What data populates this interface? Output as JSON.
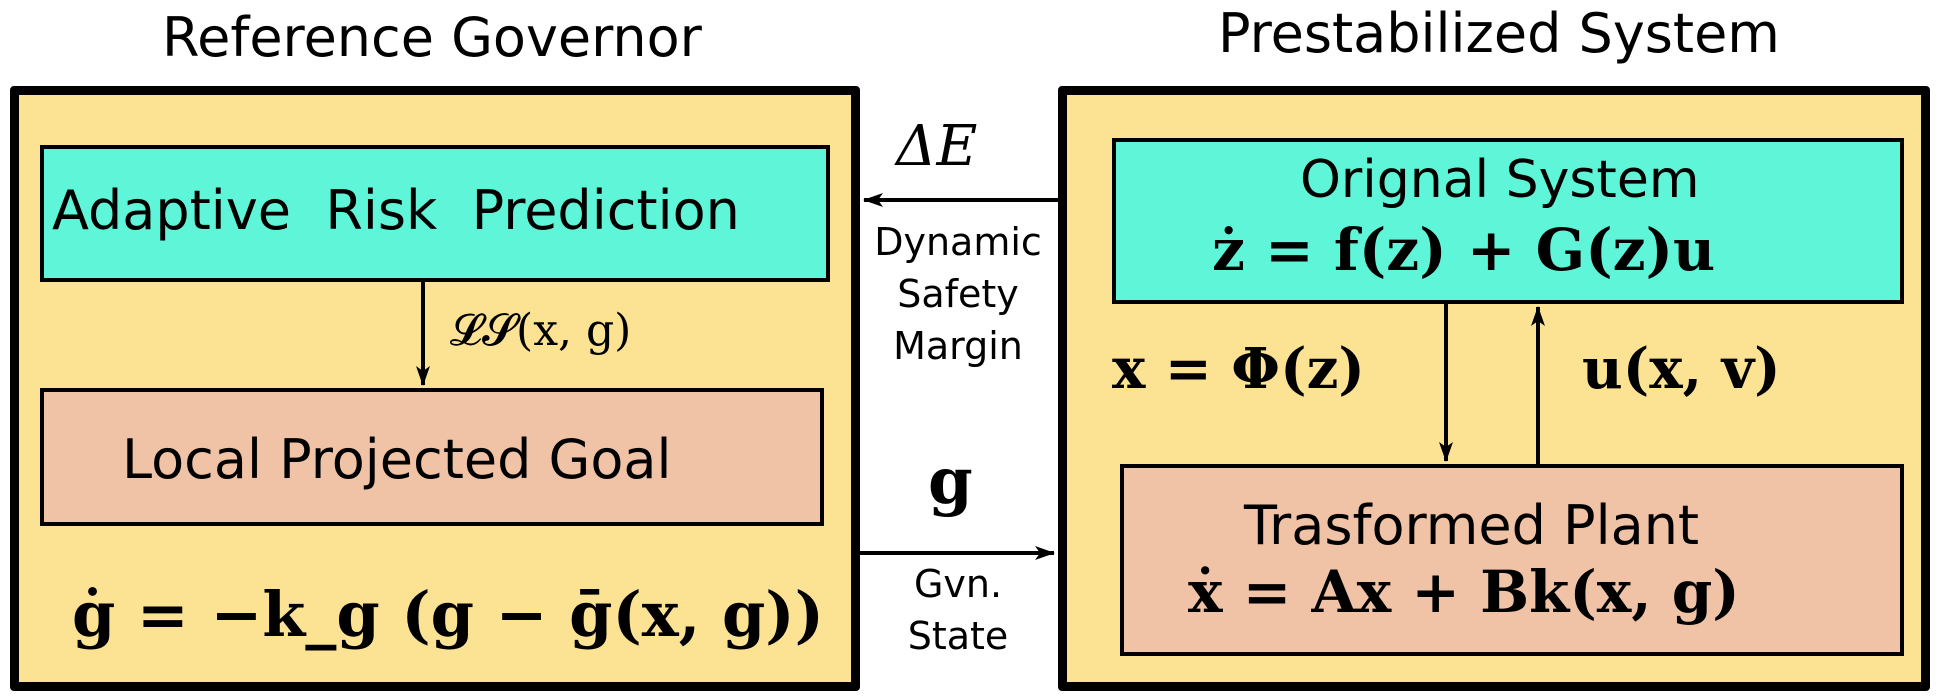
{
  "governor": {
    "title": "Reference Governor",
    "risk_box": "Adaptive  Risk  Prediction",
    "risk_label": "𝓛𝓢(x, g)",
    "goal_box": "Local Projected Goal",
    "equation": "ġ = −k_g (g − ḡ(x, g))"
  },
  "system": {
    "title": "Prestabilized System",
    "original_title": "Orignal System",
    "original_eq": "ż = f(z) + G(z)u",
    "transform_label": "x = Φ(z)",
    "control_label": "u(x, v)",
    "plant_title": "Trasformed Plant",
    "plant_eq": "ẋ = Ax + Bk(x, g)"
  },
  "links": {
    "delta_e": "ΔE",
    "margin_line1": "Dynamic",
    "margin_line2": "Safety",
    "margin_line3": "Margin",
    "g_label": "g",
    "state_line1": "Gvn.",
    "state_line2": "State"
  },
  "colors": {
    "panel": "#fce394",
    "teal": "#5ff5d8",
    "salmon": "#f0c2a6"
  }
}
